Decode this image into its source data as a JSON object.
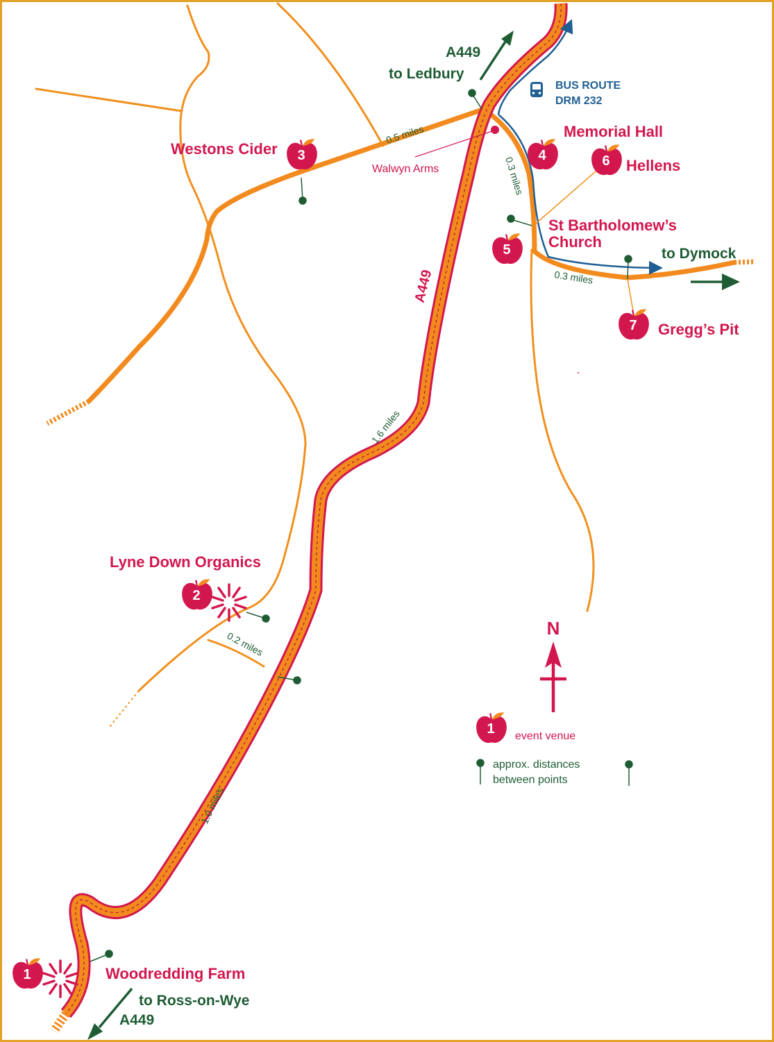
{
  "venues": [
    {
      "number": "1",
      "name": "Woodredding Farm"
    },
    {
      "number": "2",
      "name": "Lyne Down Organics"
    },
    {
      "number": "3",
      "name": "Westons Cider"
    },
    {
      "number": "4",
      "name": "Memorial Hall"
    },
    {
      "number": "5",
      "name": "St Bartholomew’s",
      "name_line2": "Church"
    },
    {
      "number": "6",
      "name": "Hellens"
    },
    {
      "number": "7",
      "name": "Gregg’s Pit"
    }
  ],
  "places": {
    "walwyn_arms": "Walwyn Arms"
  },
  "roads": {
    "a449_road_label": "A449",
    "to_ledbury_road": "A449",
    "to_ledbury": "to Ledbury",
    "to_dymock": "to Dymock",
    "to_ross": "to Ross-on-Wye",
    "to_ross_road": "A449"
  },
  "bus": {
    "line1": "BUS ROUTE",
    "line2": "DRM 232",
    "icon": "bus-icon"
  },
  "distances": {
    "westons_to_junction": "0.5 miles",
    "junction_to_church": "0.3 miles",
    "church_to_greggs": "0.3 miles",
    "a449_long": "1.6 miles",
    "lyne_short": "0.2 miles",
    "farm_to_lyne": "1.0 miles"
  },
  "legend": {
    "venue_number": "1",
    "venue_label": "event venue",
    "distance_line1": "approx. distances",
    "distance_line2": "between points"
  },
  "compass": {
    "label": "N"
  },
  "colors": {
    "frame": "#e3a026",
    "minor_road": "#f0901e",
    "main_road": "#f28a1e",
    "a449_outline": "#d2174e",
    "venue_red": "#d2174e",
    "road_label_green": "#1e5c34",
    "bus_blue": "#1f5f93"
  }
}
